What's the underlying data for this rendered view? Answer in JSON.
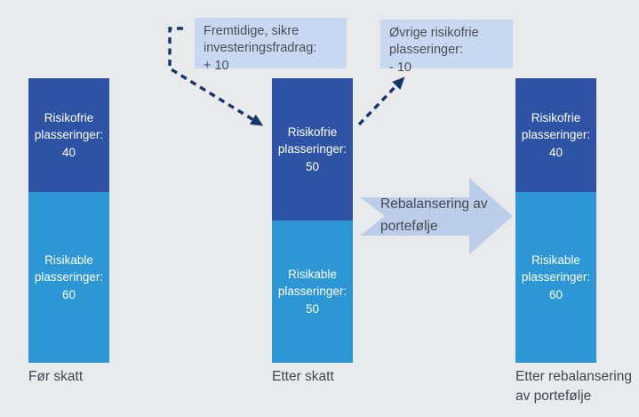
{
  "figure": {
    "callout_deduction": {
      "text": "Fremtidige, sikre\ninvesteringsfradrag:\n+ 10"
    },
    "callout_other": {
      "text": "Øvrige risikofrie\nplasseringer:\n- 10"
    },
    "big_arrow_label": "Rebalansering av portefølje",
    "bars": [
      {
        "label": "Før skatt",
        "riskfree": {
          "name": "Risikofrie plasseringer:",
          "value": "40"
        },
        "risky": {
          "name": "Risikable plasseringer:",
          "value": "60"
        }
      },
      {
        "label": "Etter skatt",
        "riskfree": {
          "name": "Risikofrie plasseringer:",
          "value": "50"
        },
        "risky": {
          "name": "Risikable plasseringer:",
          "value": "50"
        }
      },
      {
        "label": "Etter rebalansering av portefølje",
        "riskfree": {
          "name": "Risikofrie plasseringer:",
          "value": "40"
        },
        "risky": {
          "name": "Risikable plasseringer:",
          "value": "60"
        }
      }
    ],
    "colors": {
      "background": "#e9eaec",
      "riskfree_dark_blue": "#2e52a4",
      "risky_light_blue": "#2d96d5",
      "callout_fill": "#c8d8f0",
      "big_arrow_fill": "#bccdea",
      "dashed_arrow_navy": "#16366b",
      "label_text": "#3e4852",
      "bar_text": "#ffffff"
    }
  },
  "chart_data": {
    "type": "bar",
    "stacked": true,
    "title": "",
    "categories": [
      "Før skatt",
      "Etter skatt",
      "Etter rebalansering av portefølje"
    ],
    "series": [
      {
        "name": "Risikofrie plasseringer",
        "values": [
          40,
          50,
          40
        ],
        "color": "#2e52a4",
        "position": "top"
      },
      {
        "name": "Risikable plasseringer",
        "values": [
          60,
          50,
          60
        ],
        "color": "#2d96d5",
        "position": "bottom"
      }
    ],
    "ylim": [
      0,
      100
    ],
    "grid": false,
    "legend": "none",
    "annotations": [
      {
        "text": "Fremtidige, sikre investeringsfradrag: + 10",
        "points_to": "Etter skatt (risikofrie +10)"
      },
      {
        "text": "Øvrige risikofrie plasseringer: - 10",
        "points_from": "Etter skatt"
      },
      {
        "text": "Rebalansering av portefølje",
        "between": [
          "Etter skatt",
          "Etter rebalansering av portefølje"
        ]
      }
    ]
  }
}
